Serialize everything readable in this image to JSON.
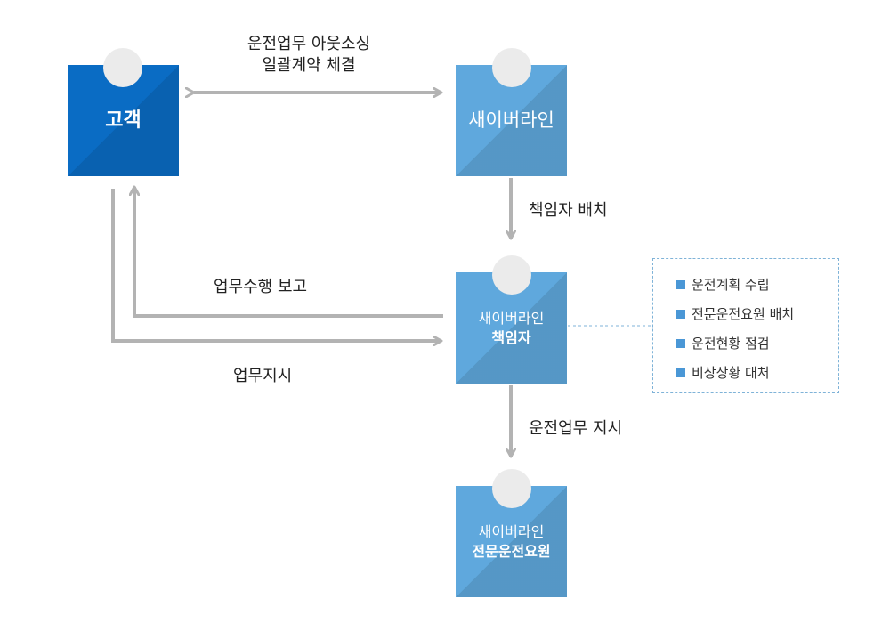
{
  "nodes": {
    "customer": "고객",
    "saei": "새이버라인",
    "manager_top": "새이버라인",
    "manager_bottom": "책임자",
    "driver_top": "새이버라인",
    "driver_bottom": "전문운전요원"
  },
  "edges": {
    "contract_line1": "운전업무 아웃소싱",
    "contract_line2": "일괄계약 체결",
    "assign_manager": "책임자 배치",
    "report": "업무수행 보고",
    "instruct": "업무지시",
    "driving_instruct": "운전업무 지시"
  },
  "manager_duties": [
    "운전계획 수립",
    "전문운전요원 배치",
    "운전현황 점검",
    "비상상황 대처"
  ],
  "colors": {
    "customer_box": "#0a6cc4",
    "saei_box": "#5fa8dd",
    "arrow": "#b3b3b3",
    "bullet": "#4a97d6",
    "circle": "#ebebeb"
  }
}
